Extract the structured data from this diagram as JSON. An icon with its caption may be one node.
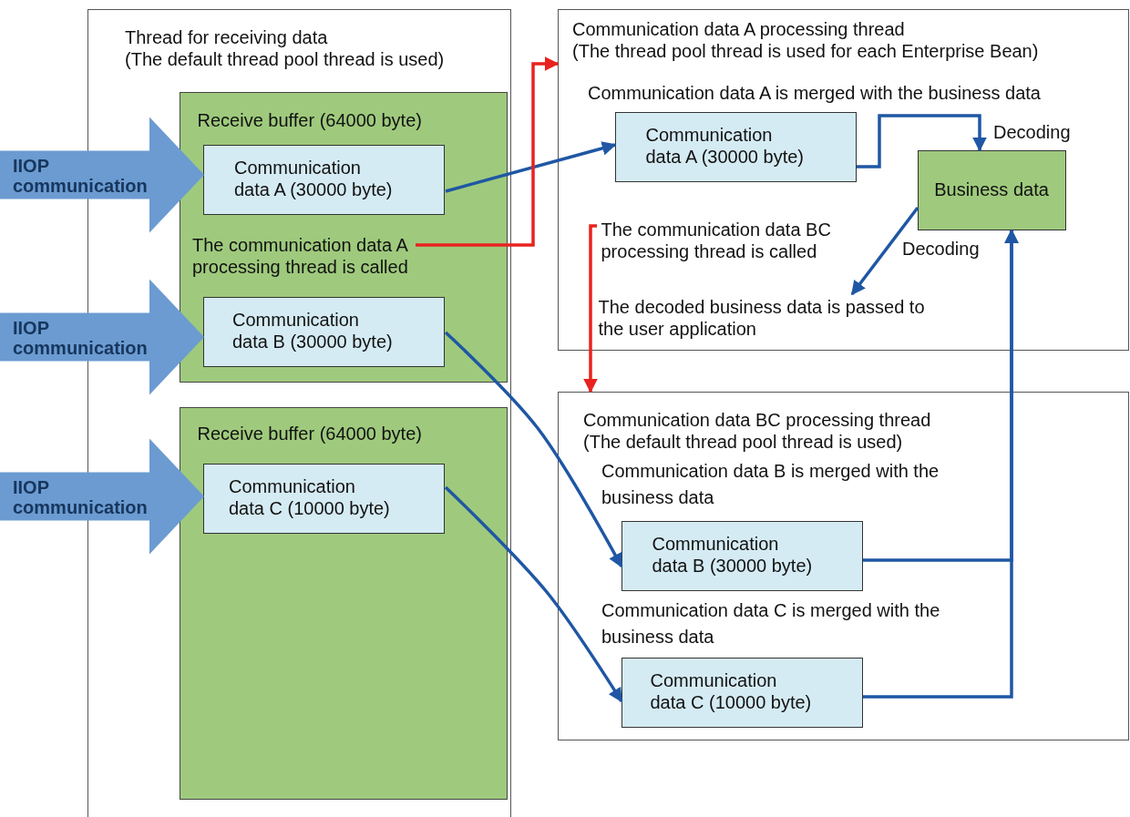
{
  "diagram": {
    "nodes": [
      {
        "text": [
          "Thread for receiving data",
          "(The default thread pool thread is used)"
        ]
      },
      {
        "text": [
          "Receive buffer (64000 byte)"
        ],
        "in": 0
      },
      {
        "text": [
          "Communication data A (30000 byte)"
        ],
        "in": 1
      },
      {
        "text": [
          "The communication data A processing thread is called"
        ],
        "in": 1
      },
      {
        "text": [
          "Communication data B (30000 byte)"
        ],
        "in": 1
      },
      {
        "text": [
          "Receive buffer (64000 byte)"
        ],
        "in": 0
      },
      {
        "text": [
          "Communication data C (10000 byte)"
        ],
        "in": 5
      },
      {
        "text": [
          "Communication data A processing thread",
          "(The thread pool thread is used for each Enterprise Bean)"
        ]
      },
      {
        "text": [
          "Communication data A (30000 byte)"
        ],
        "in": 7
      },
      {
        "text": [
          "Business data"
        ],
        "in": 7
      },
      {
        "text": [
          "The communication data BC processing thread is called"
        ],
        "in": 7
      },
      {
        "text": [
          "The decoded business data is passed to the user application"
        ],
        "in": 7
      },
      {
        "text": [
          "Communication data BC processing thread",
          "(The default thread pool thread is used)"
        ]
      },
      {
        "text": [
          "Communication data B (30000 byte)"
        ],
        "in": 12
      },
      {
        "text": [
          "Communication data C (10000 byte)"
        ],
        "in": 12
      }
    ],
    "edges": [
      {
        "from": 2,
        "to": 8,
        "arrow": "to"
      },
      {
        "from": 3,
        "to": 7,
        "arrow": "to",
        "color": "#e8231f"
      },
      {
        "from": 8,
        "to": 9,
        "arrow": "to",
        "label": "Decoding"
      },
      {
        "from": 4,
        "to": 13,
        "arrow": "to"
      },
      {
        "from": 9,
        "to": 11,
        "arrow": "to",
        "label": "Decoding"
      },
      {
        "from": 10,
        "to": 12,
        "arrow": "to",
        "color": "#e8231f"
      },
      {
        "from": 6,
        "to": 14,
        "arrow": "to"
      },
      {
        "from": 13,
        "to": 9,
        "arrow": "to"
      },
      {
        "from": 14,
        "to": 9,
        "arrow": "to"
      },
      {
        "from": null,
        "to": 2,
        "arrow": "to",
        "label": "IIOP communication",
        "style": "thick",
        "color": "#6b9bd1"
      },
      {
        "from": null,
        "to": 4,
        "arrow": "to",
        "label": "IIOP communication",
        "style": "thick",
        "color": "#6b9bd1"
      },
      {
        "from": null,
        "to": 6,
        "arrow": "to",
        "label": "IIOP communication",
        "style": "thick",
        "color": "#6b9bd1"
      }
    ],
    "labels": [
      "Communication data A is merged with the business data",
      "Communication data B is merged with the business data",
      "Communication data C is merged with the business data"
    ]
  }
}
